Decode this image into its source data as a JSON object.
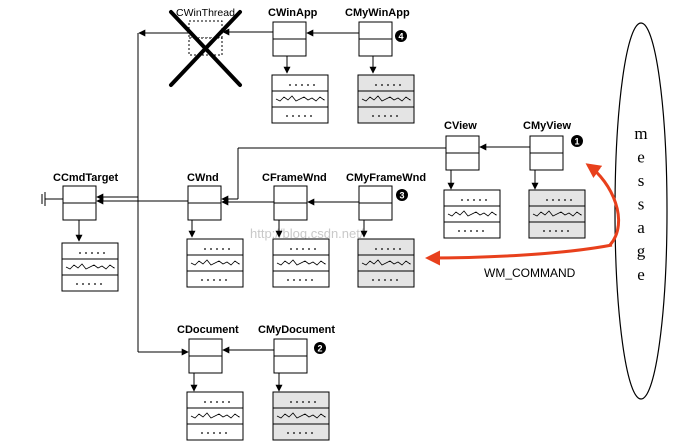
{
  "classes": {
    "ccmdtarget": "CCmdTarget",
    "cwinthread": "CWinThread",
    "cwinapp": "CWinApp",
    "cmywinapp": "CMyWinApp",
    "cview": "CView",
    "cmyview": "CMyView",
    "cwnd": "CWnd",
    "cframewnd": "CFrameWnd",
    "cmyframewnd": "CMyFrameWnd",
    "cdocument": "CDocument",
    "cmydocument": "CMyDocument"
  },
  "badges": {
    "cmyview": "1",
    "cmydocument": "2",
    "cmyframewnd": "3",
    "cmywinapp": "4"
  },
  "message_word": [
    "m",
    "e",
    "s",
    "s",
    "a",
    "g",
    "e"
  ],
  "wm_command": "WM_COMMAND",
  "watermark": "http://blog.csdn.net/",
  "colors": {
    "arrow_red": "#e8401c",
    "shaded_fill": "#e4e4e4"
  }
}
